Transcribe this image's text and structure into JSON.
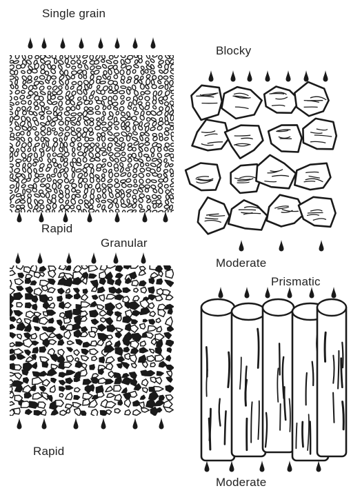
{
  "panels": [
    {
      "structure": "Single grain",
      "drainage": "Rapid"
    },
    {
      "structure": "Blocky",
      "drainage": "Moderate"
    },
    {
      "structure": "Granular",
      "drainage": "Rapid"
    },
    {
      "structure": "Prismatic",
      "drainage": "Moderate"
    }
  ],
  "colors": {
    "ink": "#1a1a1a",
    "paper": "#ffffff"
  },
  "icons": [
    "water-drop-icon"
  ]
}
